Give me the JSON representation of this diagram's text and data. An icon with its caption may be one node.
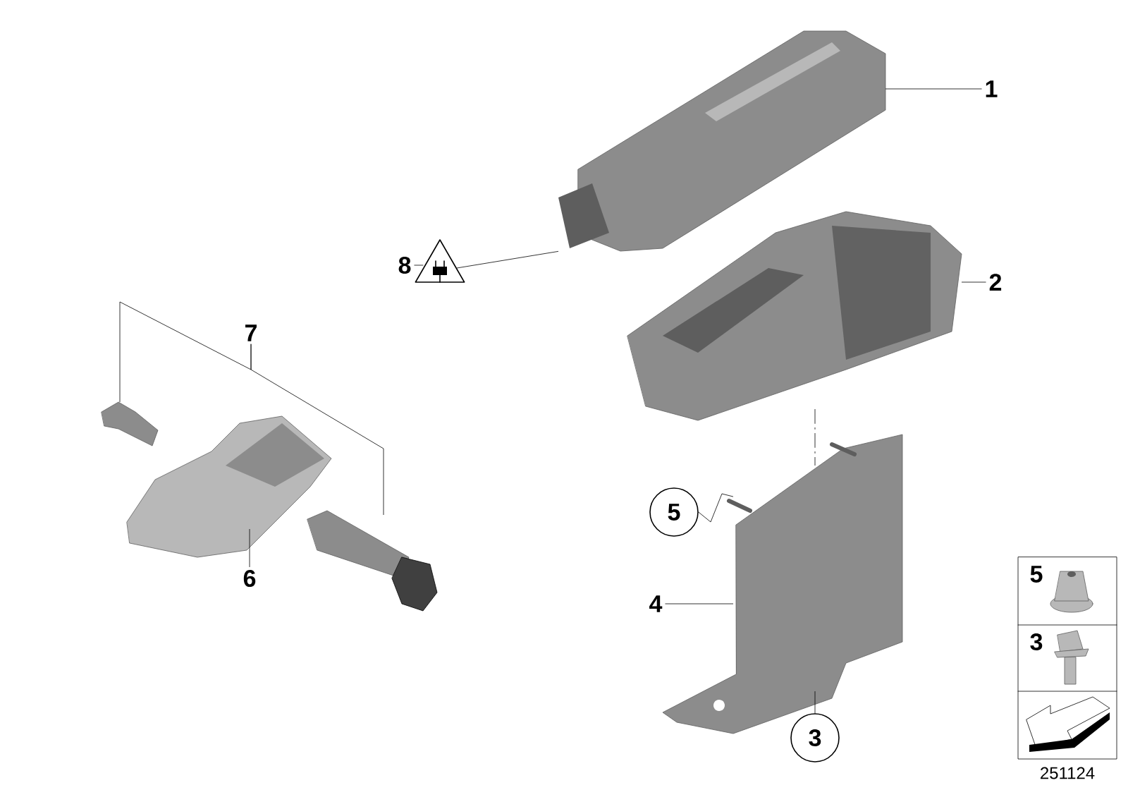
{
  "diagram": {
    "nodes": [
      {
        "text": [
          "1"
        ]
      },
      {
        "text": [],
        "shape": "picture"
      },
      {
        "text": [
          "2"
        ]
      },
      {
        "text": [],
        "shape": "picture"
      },
      {
        "text": [
          "8"
        ]
      },
      {
        "text": [],
        "shape": "picture"
      },
      {
        "text": [
          "7"
        ]
      },
      {
        "text": [],
        "shape": "picture"
      },
      {
        "text": [],
        "shape": "picture"
      },
      {
        "text": [
          "6"
        ]
      },
      {
        "text": [],
        "shape": "picture"
      },
      {
        "text": [
          "5"
        ]
      },
      {
        "text": [],
        "shape": "picture"
      },
      {
        "text": [
          "4"
        ]
      },
      {
        "text": [
          "3"
        ]
      }
    ],
    "edges": [
      {
        "from": 0,
        "to": 1,
        "arrow": "none"
      },
      {
        "from": 2,
        "to": 3,
        "arrow": "none"
      },
      {
        "from": 4,
        "to": 5,
        "arrow": "none"
      },
      {
        "from": 5,
        "to": 1,
        "arrow": "none"
      },
      {
        "from": 6,
        "to": 7,
        "arrow": "none"
      },
      {
        "from": 6,
        "to": 8,
        "arrow": "none"
      },
      {
        "from": 9,
        "to": 10,
        "arrow": "none"
      },
      {
        "from": 11,
        "to": 12,
        "arrow": "none"
      },
      {
        "from": 13,
        "to": 12,
        "arrow": "none"
      },
      {
        "from": 14,
        "to": 12,
        "arrow": "none"
      },
      {
        "from": 3,
        "to": 12,
        "arrow": "none",
        "style": "dashed"
      }
    ],
    "labels": [
      "5",
      "3",
      "251124"
    ]
  }
}
